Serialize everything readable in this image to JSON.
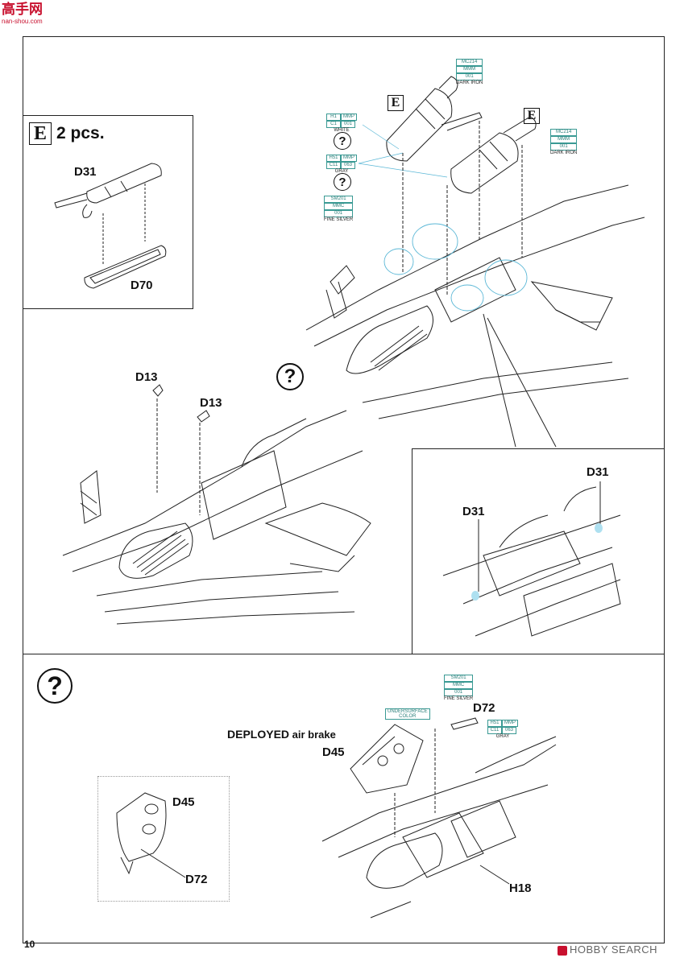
{
  "header": {
    "logo_text": "高手网",
    "logo_sub": "nan-shou.com"
  },
  "footer": {
    "page_number": "10",
    "watermark": "HOBBY SEARCH"
  },
  "inset_top": {
    "e_letter": "E",
    "qty": "2 pcs.",
    "part_a": "D31",
    "part_b": "D70"
  },
  "main_top": {
    "e_letter_1": "E",
    "e_letter_2": "E",
    "paint_1": {
      "code": "MC214",
      "brand": "MMM",
      "num": "001",
      "name": "DARK IRON"
    },
    "paint_2": {
      "code": "MC214",
      "brand": "MMM",
      "num": "001",
      "name": "DARK IRON"
    },
    "paint_white": {
      "h": "H1",
      "mmp": "MMP",
      "c": "C1",
      "num": "001",
      "name": "WHITE"
    },
    "paint_gray": {
      "h": "H51",
      "mmp": "MMP",
      "c": "C11",
      "num": "063",
      "name": "GRAY"
    },
    "paint_silver": {
      "code": "SM201",
      "brand": "MMC",
      "num": "001",
      "name": "FINE SILVER"
    }
  },
  "middle": {
    "qmark": "?",
    "part_a": "D13",
    "part_b": "D13"
  },
  "detail_right": {
    "part_a": "D31",
    "part_b": "D31"
  },
  "bottom": {
    "qmark": "?",
    "label_deployed_bold": "DEPLOYED",
    "label_deployed_rest": " air brake",
    "part_d45": "D45",
    "part_d72": "D72",
    "part_h18": "H18",
    "paint_under": {
      "line1": "UNDERSURFACE",
      "line2": "COLOR"
    },
    "paint_silver": {
      "code": "SM201",
      "brand": "MMC",
      "num": "001",
      "name": "FINE SILVER"
    },
    "paint_gray": {
      "h": "H51",
      "mmp": "MMP",
      "c": "C11",
      "num": "063",
      "name": "GRAY"
    },
    "inset_d45": "D45",
    "inset_d72": "D72"
  }
}
